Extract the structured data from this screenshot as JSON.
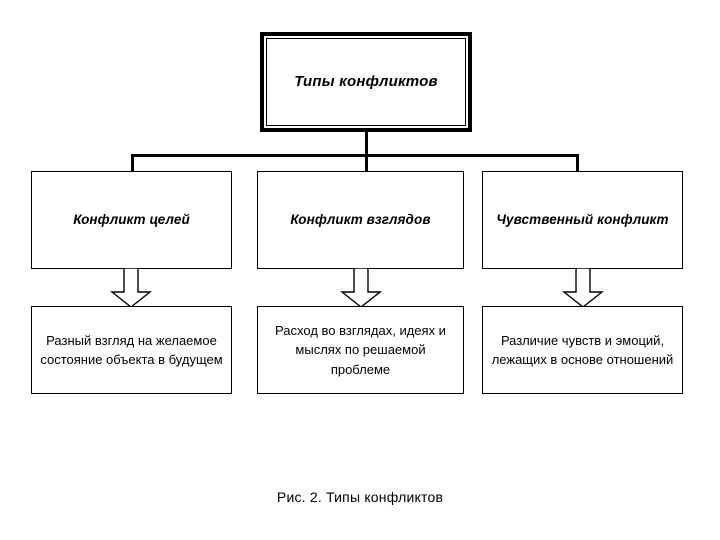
{
  "figure": {
    "caption": "Рис. 2. Типы конфликтов",
    "background_color": "#ffffff",
    "line_color": "#000000"
  },
  "diagram": {
    "type": "hierarchy-tree",
    "root": {
      "label": "Типы конфликтов"
    },
    "branches": [
      {
        "id": "goals",
        "type_label": "Конфликт целей",
        "description": "Разный взгляд на желаемое состояние объекта в будущем"
      },
      {
        "id": "views",
        "type_label": "Конфликт взглядов",
        "description": "Расход во взглядах, идеях и мыслях по решаемой проблеме"
      },
      {
        "id": "sensory",
        "type_label": "Чувственный конфликт",
        "description": "Различие чувств и эмоций, лежащих в основе отношений"
      }
    ],
    "connectors": {
      "root_to_branches": "elbow-bus",
      "branch_to_description": "hollow-block-arrow-down"
    }
  }
}
